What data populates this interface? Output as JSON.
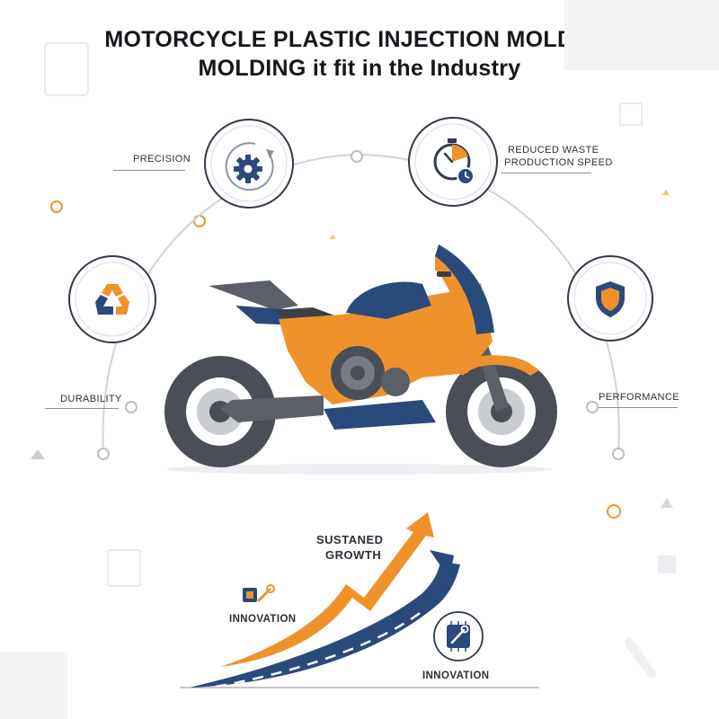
{
  "title": {
    "line1": "MOTORCYCLE PLASTIC INJECTION MOLDING",
    "line2": "MOLDING it fit in the Industry"
  },
  "labels": {
    "precision": "PRECISION",
    "reduced_waste": "REDUCED WASTE",
    "production_speed": "PRODUCTION SPEED",
    "durability": "DURABILITY",
    "performance": "PERFORMANCE",
    "sustained_growth_1": "SUSTANED",
    "sustained_growth_2": "GROWTH",
    "innovation_left": "INNOVATION",
    "innovation_right": "INNOVATION"
  },
  "icons": {
    "precision": "gear-icon",
    "speed": "stopwatch-icon",
    "durability": "recycle-icon",
    "performance": "shield-icon",
    "innovation_left": "chip-wrench-icon",
    "innovation_right": "chip-wrench-icon"
  },
  "colors": {
    "orange": "#F0922B",
    "navy": "#2B4A7C",
    "dark_gray": "#4A4E57",
    "line_gray": "#C9CDD3"
  }
}
